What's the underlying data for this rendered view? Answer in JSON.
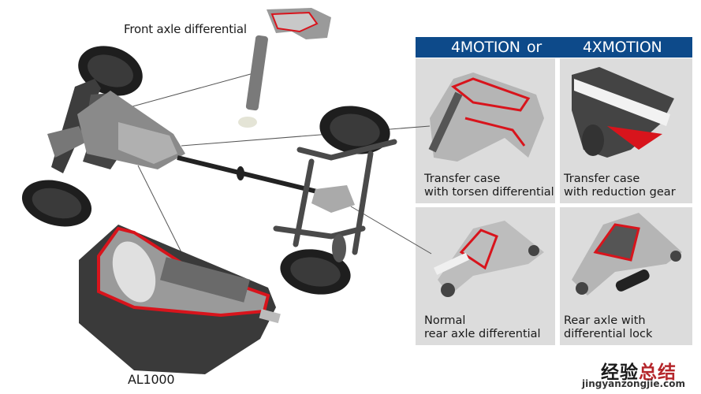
{
  "header": {
    "left": "4MOTION",
    "middle": "or",
    "right": "4XMOTION",
    "color": "#0d4a8a"
  },
  "labels": {
    "front_axle": "Front axle differential",
    "gearbox": "AL1000"
  },
  "tiles": [
    {
      "line1": "Transfer case",
      "line2": "with torsen differential",
      "icon": "transfer-case-torsen-image"
    },
    {
      "line1": "Transfer case",
      "line2": "with reduction gear",
      "icon": "transfer-case-reduction-image"
    },
    {
      "line1": "Normal",
      "line2": "rear axle differential",
      "icon": "rear-differential-image"
    },
    {
      "line1": "Rear axle with",
      "line2": "differential lock",
      "icon": "rear-differential-lock-image"
    }
  ],
  "watermark": {
    "cn_dark": "经验",
    "cn_red": "总结",
    "url": "jingyanzongjie.com"
  },
  "colors": {
    "tile_bg": "#dcdcdc",
    "cutaway_red": "#d8141c",
    "metal_dark": "#2e2e2e"
  }
}
